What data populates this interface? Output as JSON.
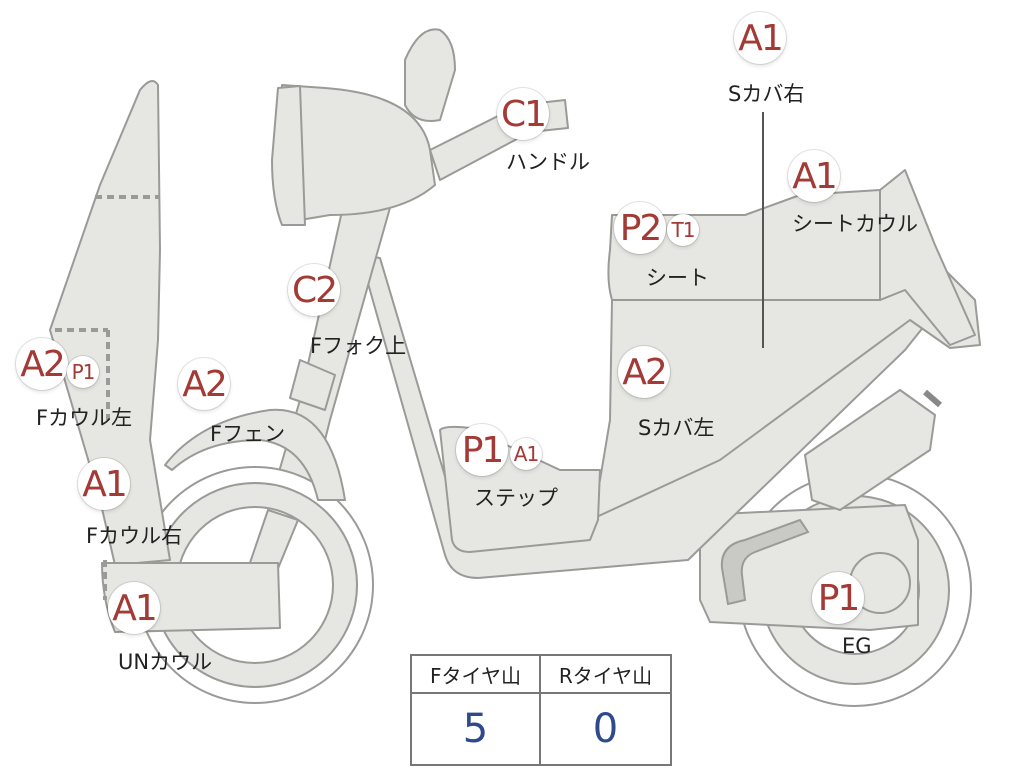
{
  "parts": [
    {
      "id": "s-cover-right",
      "codes": [
        "A1"
      ],
      "label": "Sカバ右"
    },
    {
      "id": "handle",
      "codes": [
        "C1"
      ],
      "label": "ハンドル"
    },
    {
      "id": "seat-cowl",
      "codes": [
        "A1"
      ],
      "label": "シートカウル"
    },
    {
      "id": "seat",
      "codes": [
        "P2",
        "T1"
      ],
      "label": "シート"
    },
    {
      "id": "f-fork-upper",
      "codes": [
        "C2"
      ],
      "label": "Fフォク上"
    },
    {
      "id": "f-cowl-left",
      "codes": [
        "A2",
        "P1"
      ],
      "label": "Fカウル左"
    },
    {
      "id": "f-fender",
      "codes": [
        "A2"
      ],
      "label": "Fフェン"
    },
    {
      "id": "s-cover-left",
      "codes": [
        "A2"
      ],
      "label": "Sカバ左"
    },
    {
      "id": "step",
      "codes": [
        "P1",
        "A1"
      ],
      "label": "ステップ"
    },
    {
      "id": "f-cowl-right",
      "codes": [
        "A1"
      ],
      "label": "Fカウル右"
    },
    {
      "id": "un-cowl",
      "codes": [
        "A1"
      ],
      "label": "UNカウル"
    },
    {
      "id": "engine",
      "codes": [
        "P1"
      ],
      "label": "EG"
    }
  ],
  "tire_table": {
    "headers": [
      "Fタイヤ山",
      "Rタイヤ山"
    ],
    "values": [
      "5",
      "0"
    ]
  },
  "colors": {
    "badge_text": "#a33a36",
    "value_text": "#2e4a8c",
    "part_fill": "#e6e6e2",
    "part_stroke": "#9a9a98"
  }
}
